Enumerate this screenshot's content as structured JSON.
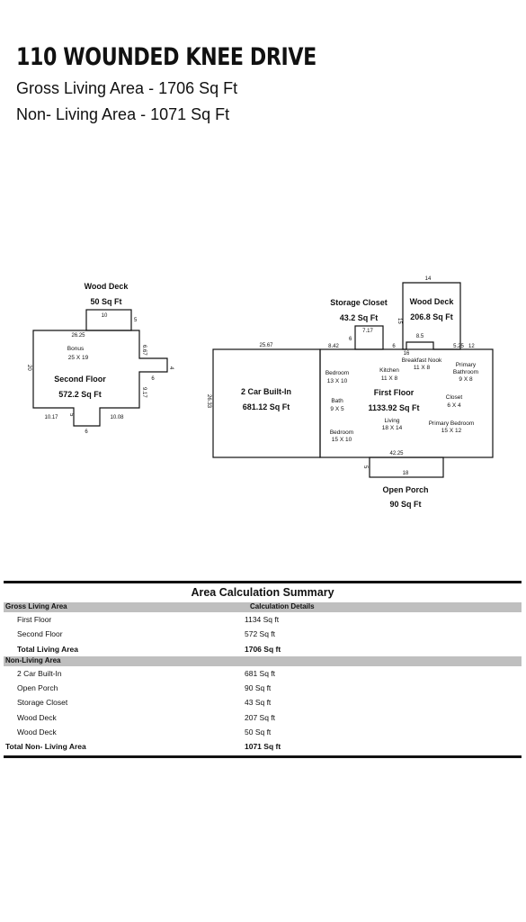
{
  "header": {
    "title": "110 WOUNDED KNEE DRIVE",
    "gross_living": "Gross Living Area - 1706 Sq Ft",
    "non_living": "Non- Living Area - 1071 Sq Ft"
  },
  "plan": {
    "wood_deck_left": {
      "name": "Wood Deck",
      "area": "50 Sq Ft",
      "dim_top": "10",
      "dim_side": "5"
    },
    "second_floor": {
      "name": "Second Floor",
      "area": "572.2 Sq Ft",
      "room_name": "Bonus",
      "room_size": "25 X 19",
      "dims": [
        "26.25",
        "6.67",
        "4",
        "6",
        "9.17",
        "10.17",
        "10.08",
        "6",
        "5",
        "20"
      ]
    },
    "storage_closet": {
      "name": "Storage Closet",
      "area": "43.2 Sq Ft",
      "dim_top": "7.17",
      "dim_side": "6"
    },
    "wood_deck_right": {
      "name": "Wood Deck",
      "area": "206.8 Sq Ft",
      "dim_top": "14",
      "dim_side": "15",
      "dim_inner": "8.5"
    },
    "garage": {
      "name": "2 Car Built-In",
      "area": "681.12 Sq Ft",
      "dim_top": "25.67",
      "dim_side": "26.33"
    },
    "first_floor": {
      "name": "First Floor",
      "area": "1133.92 Sq Ft",
      "dims": [
        "8.42",
        "6",
        "16",
        "5.25",
        "12",
        "42.25"
      ],
      "rooms": [
        {
          "name": "Bedroom",
          "size": "13 X 10"
        },
        {
          "name": "Kitchen",
          "size": "11 X 8"
        },
        {
          "name": "Breakfast Nook",
          "size": "11 X 8"
        },
        {
          "name": "Primary",
          "size": ""
        },
        {
          "name": "Bathroom",
          "size": "9 X 8"
        },
        {
          "name": "Bath",
          "size": "9 X 5"
        },
        {
          "name": "Closet",
          "size": "6 X 4"
        },
        {
          "name": "Living",
          "size": "18 X 14"
        },
        {
          "name": "Primary Bedroom",
          "size": "15 X 12"
        },
        {
          "name": "Bedroom",
          "size": "15 X 10"
        }
      ]
    },
    "open_porch": {
      "name": "Open Porch",
      "area": "90 Sq Ft",
      "dim_top": "18",
      "dim_side": "5"
    }
  },
  "summary": {
    "title": "Area Calculation Summary",
    "gross_header": "Gross Living Area",
    "details_header": "Calculation Details",
    "gross_rows": [
      {
        "label": "First Floor",
        "value": "1134 Sq ft"
      },
      {
        "label": "Second Floor",
        "value": "572 Sq ft"
      }
    ],
    "total_living": {
      "label": "Total Living Area",
      "value": "1706 Sq ft"
    },
    "non_header": "Non-Living Area",
    "non_rows": [
      {
        "label": "2 Car Built-In",
        "value": "681 Sq ft"
      },
      {
        "label": "Open Porch",
        "value": "90 Sq ft"
      },
      {
        "label": "Storage Closet",
        "value": "43 Sq ft"
      },
      {
        "label": "Wood Deck",
        "value": "207 Sq ft"
      },
      {
        "label": "Wood Deck",
        "value": "50 Sq ft"
      }
    ],
    "total_non": {
      "label": "Total Non- Living Area",
      "value": "1071 Sq ft"
    }
  }
}
